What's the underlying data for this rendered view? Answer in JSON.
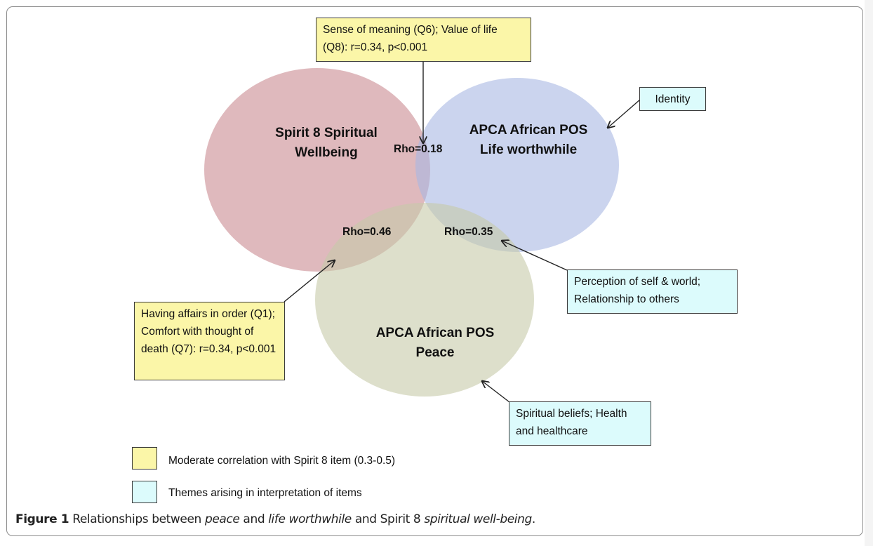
{
  "circles": {
    "spirit8": "Spirit 8 Spiritual\nWellbeing",
    "life_worthwhile": "APCA African POS\nLife worthwhile",
    "peace": "APCA African POS\nPeace"
  },
  "colors": {
    "spirit8": "#c98a91",
    "life_worthwhile": "#a9b8e3",
    "peace": "#c7c9a8",
    "moderate_box": "#fbf6a8",
    "theme_box": "#dcfbfc"
  },
  "rho": {
    "spirit_life": "Rho=0.18",
    "spirit_peace": "Rho=0.46",
    "life_peace": "Rho=0.35"
  },
  "moderate_boxes": {
    "meaning": "Sense of meaning (Q6); Value of life (Q8): r=0.34, p<0.001",
    "affairs": "Having affairs in order (Q1); Comfort with thought of death (Q7): r=0.34, p<0.001"
  },
  "theme_boxes": {
    "identity": "Identity",
    "perception": "Perception of self & world; Relationship to others",
    "beliefs": "Spiritual beliefs; Health and healthcare"
  },
  "legend": {
    "moderate": "Moderate correlation with Spirit 8 item (0.3-0.5)",
    "themes": "Themes arising in interpretation of items"
  },
  "caption": {
    "label": "Figure 1",
    "t1": " Relationships between ",
    "peace": "peace",
    "t2": " and ",
    "life": "life worthwhile",
    "t3": " and Spirit 8 ",
    "spiritual": "spiritual well-being",
    "t4": "."
  }
}
